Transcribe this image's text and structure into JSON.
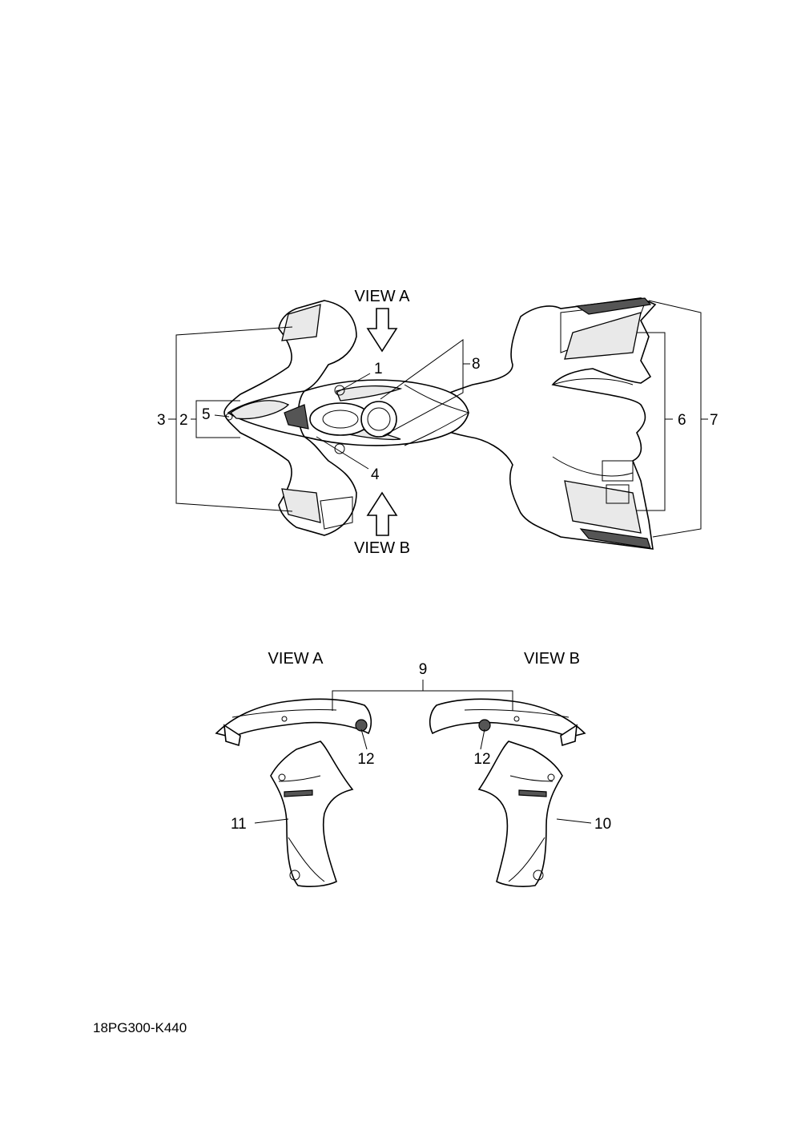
{
  "diagram_code": "18PG300-K440",
  "top_view": {
    "view_a_label": "VIEW A",
    "view_b_label": "VIEW B"
  },
  "bottom_views": {
    "view_a_label": "VIEW A",
    "view_b_label": "VIEW B"
  },
  "callouts": {
    "c1": "1",
    "c2": "2",
    "c3": "3",
    "c4": "4",
    "c5": "5",
    "c6": "6",
    "c7": "7",
    "c8": "8",
    "c9": "9",
    "c10": "10",
    "c11": "11",
    "c12_left": "12",
    "c12_right": "12"
  }
}
